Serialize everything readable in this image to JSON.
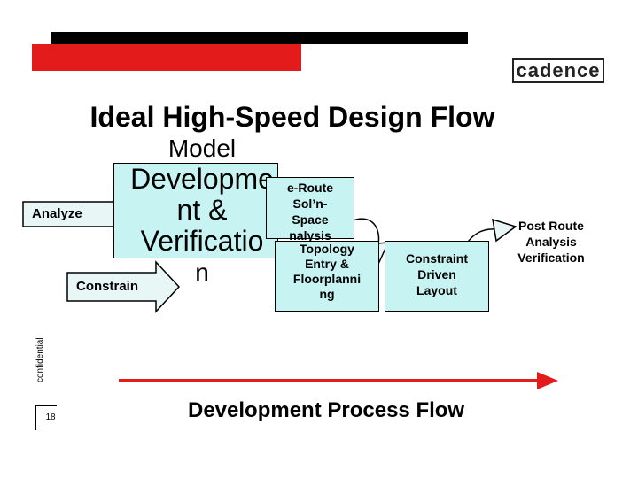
{
  "header": {
    "logo_text": "cadence"
  },
  "title": "Ideal High-Speed Design Flow",
  "sidebar": {
    "confidential": "confidential",
    "page_number": "18"
  },
  "stages": {
    "model_line1": "Model",
    "model_line2": "Developme",
    "model_line3": "nt &",
    "model_line4": "Verificatio",
    "model_line5": "n",
    "analyze": "Analyze",
    "constrain": "Constrain",
    "pre_route_line1": "e-Route",
    "pre_route_line2": "Sol’n-",
    "pre_route_line3": "Space",
    "pre_route_line4": "nalysis",
    "topology_line1": "Topology",
    "topology_line2": "Entry &",
    "topology_line3": "Floorplanni",
    "topology_line4": "ng",
    "constraint_line1": "Constraint",
    "constraint_line2": "Driven",
    "constraint_line3": "Layout",
    "post_route_line1": "Post Route",
    "post_route_line2": "Analysis",
    "post_route_line3": "Verification"
  },
  "footer": {
    "flow_label": "Development Process Flow"
  },
  "colors": {
    "accent_red": "#e31b1b",
    "box_fill": "#c8f3f3",
    "arrow_fill": "#e8f6f6"
  }
}
